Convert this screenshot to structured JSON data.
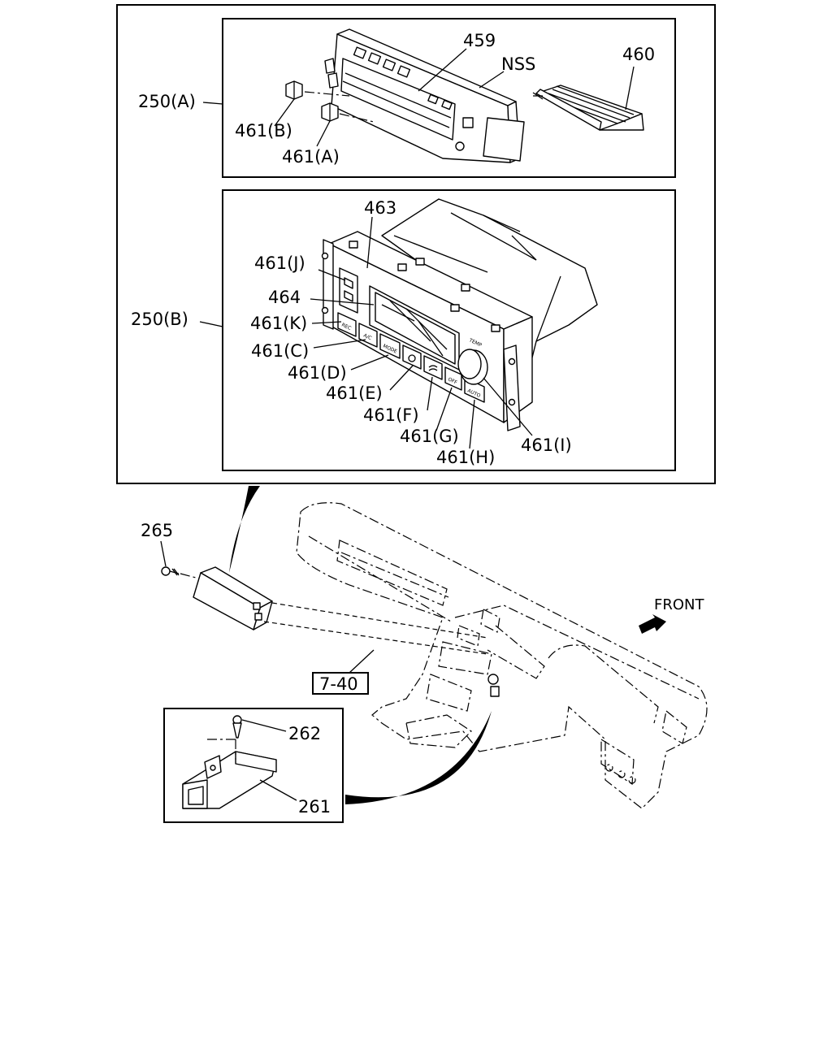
{
  "callouts": {
    "l459": "459",
    "nss": "NSS",
    "l460": "460",
    "l250a": "250(A)",
    "l461b": "461(B)",
    "l461a": "461(A)",
    "l463": "463",
    "l461j": "461(J)",
    "l464": "464",
    "l250b": "250(B)",
    "l461k": "461(K)",
    "l461c": "461(C)",
    "l461d": "461(D)",
    "l461e": "461(E)",
    "l461f": "461(F)",
    "l461g": "461(G)",
    "l461h": "461(H)",
    "l461i": "461(I)",
    "l265": "265",
    "front": "FRONT",
    "ref740": "7-40",
    "l262": "262",
    "l261": "261"
  },
  "panel_buttons": {
    "rec": "REC",
    "ac": "A/C",
    "mode": "MODE",
    "off": "OFF",
    "auto": "AUTO",
    "temp": "TEMP"
  }
}
